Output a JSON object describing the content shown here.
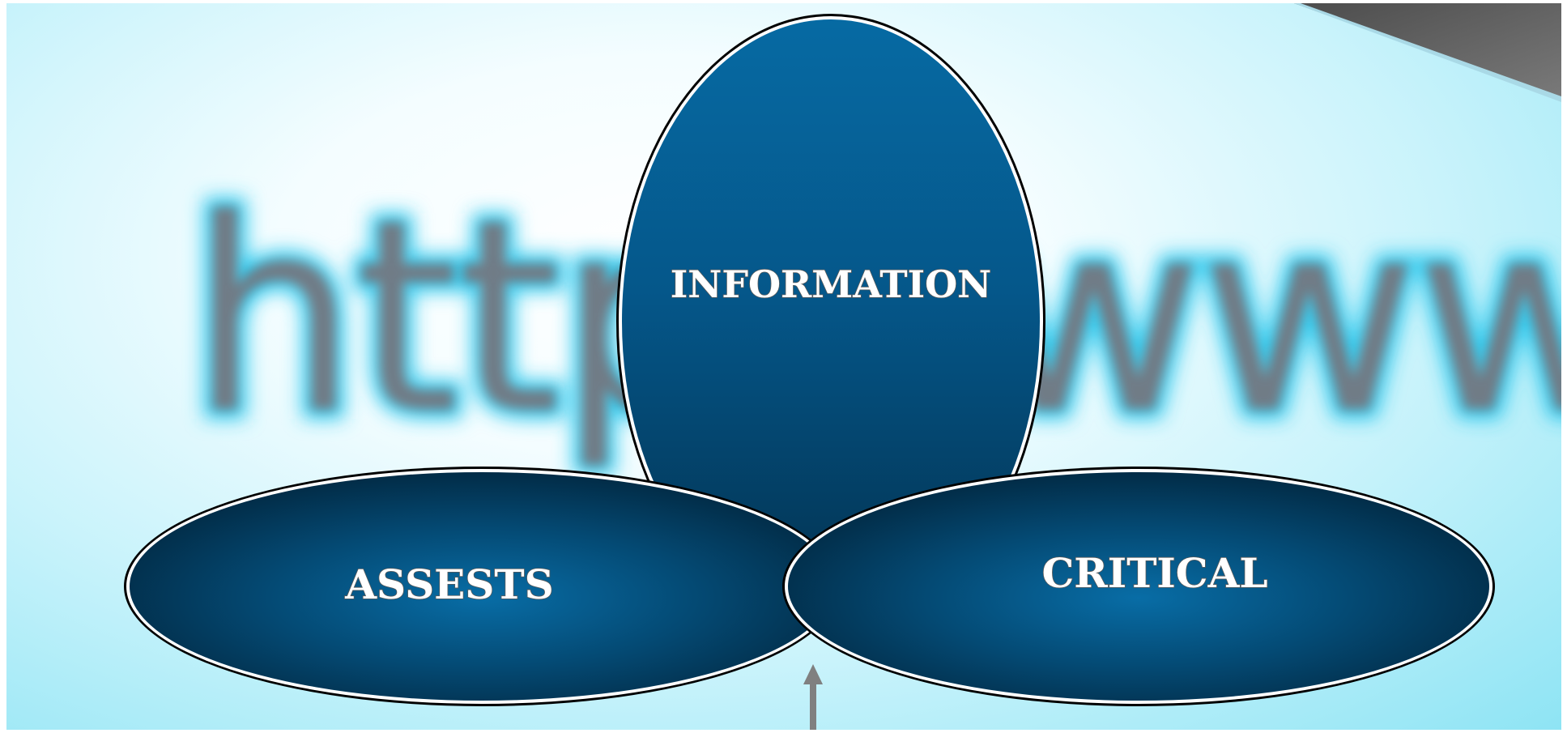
{
  "background": {
    "url_fragment": "http://www"
  },
  "diagram": {
    "top_oval_label": "INFORMATION",
    "left_oval_label": "ASSESTS",
    "right_oval_label": "CRITICAL"
  },
  "colors": {
    "oval_light": "#06699f",
    "oval_dark": "#022f4c",
    "arrow": "#808080"
  }
}
